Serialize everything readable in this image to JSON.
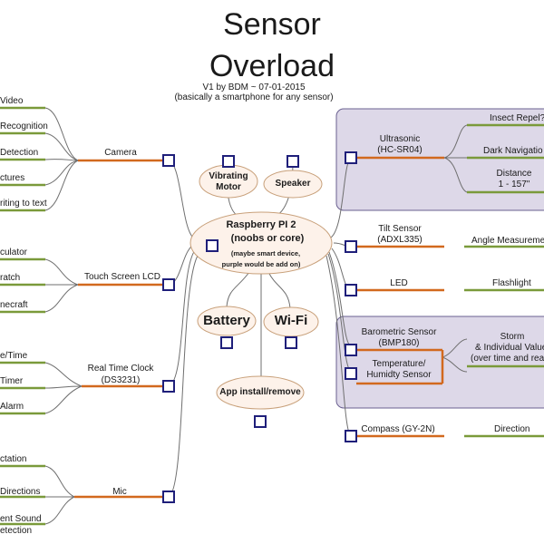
{
  "header": {
    "title_line1": "Sensor",
    "title_line2": "Overload",
    "byline": "V1 by BDM ~ 07-01-2015",
    "tagline": "(basically a smartphone for any sensor)"
  },
  "center": {
    "name_line1": "Raspberry PI 2",
    "name_line2": "(noobs or core)",
    "note_line1": "(maybe smart device,",
    "note_line2": "purple would be add on)"
  },
  "top_nodes": {
    "vibrating_line1": "Vibrating",
    "vibrating_line2": "Motor",
    "speaker": "Speaker"
  },
  "bottom_nodes": {
    "battery": "Battery",
    "wifi": "Wi-Fi",
    "app": "App install/remove"
  },
  "left_branches": {
    "camera": {
      "label": "Camera",
      "leaves": [
        "Video",
        "Recognition",
        "Detection",
        "ctures",
        "riting to text"
      ]
    },
    "touch": {
      "label": "Touch Screen LCD",
      "leaves": [
        "culator",
        "ratch",
        "necraft"
      ]
    },
    "clock": {
      "label_line1": "Real Time Clock",
      "label_line2": "(DS3231)",
      "leaves": [
        "e/Time",
        "Timer",
        "Alarm"
      ]
    },
    "mic": {
      "label": "Mic",
      "leaves": [
        "ctation",
        "Directions",
        "ent Sound",
        "etection"
      ]
    }
  },
  "right_branches": {
    "ultrasonic": {
      "label_line1": "Ultrasonic",
      "label_line2": "(HC-SR04)",
      "leaves": [
        "Insect Repel?",
        "Dark Navigatio"
      ],
      "distance_line1": "Distance",
      "distance_line2": "1 - 157\""
    },
    "tilt": {
      "label_line1": "Tilt Sensor",
      "label_line2": "(ADXL335)",
      "leaf": "Angle Measureme"
    },
    "led": {
      "label": "LED",
      "leaf": "Flashlight"
    },
    "baro": {
      "baro_line1": "Barometric Sensor",
      "baro_line2": "(BMP180)",
      "temp_line1": "Temperature/",
      "temp_line2": "Humidty Sensor",
      "leaf_line1": "Storm",
      "leaf_line2": "& Individual Value",
      "leaf_line3": "(over time and rea"
    },
    "compass": {
      "label": "Compass (GY-2N)",
      "leaf": "Direction"
    }
  },
  "colors": {
    "orange_line": "#d2691e",
    "green_line": "#7a9a3a",
    "square_border": "#1f1f7a",
    "node_fill": "#fdf2ea",
    "node_border": "#c8a07a",
    "addon_fill": "#ddd8e8",
    "addon_border": "#6a6090",
    "connector": "#6f6f6f"
  }
}
